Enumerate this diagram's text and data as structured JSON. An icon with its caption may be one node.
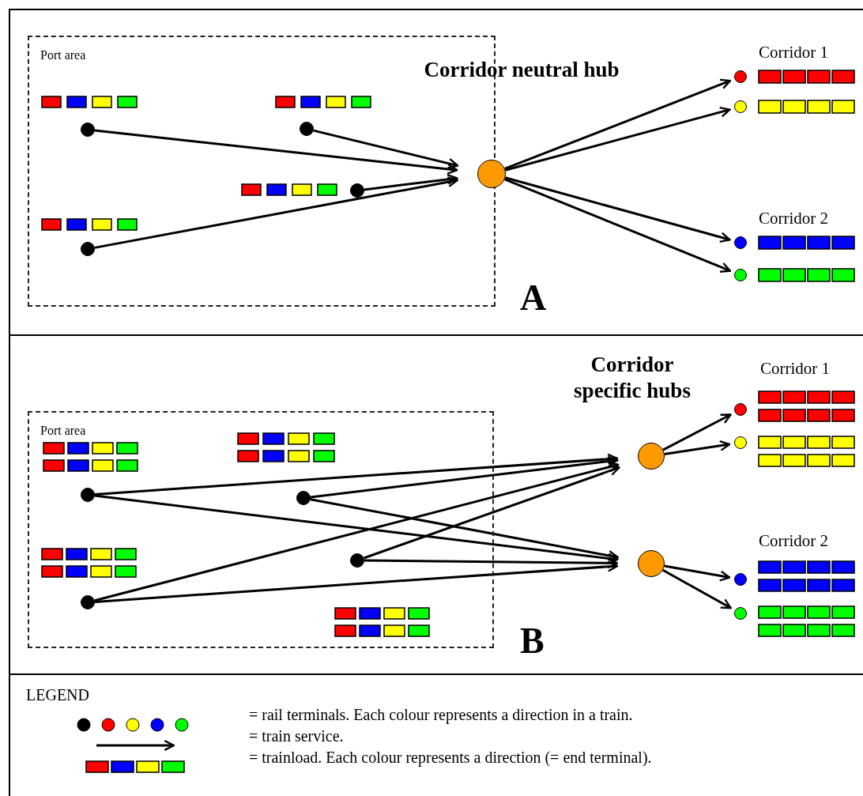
{
  "diagram": {
    "nodes": [
      {
        "text": [
          "Port area"
        ]
      },
      {
        "text": [],
        "shape": "circle",
        "in": 0
      },
      {
        "text": [],
        "shape": "circle",
        "in": 0
      },
      {
        "text": [],
        "shape": "circle",
        "in": 0
      },
      {
        "text": [],
        "shape": "circle",
        "in": 0
      },
      {
        "text": [],
        "shape": "circle",
        "beside": [
          "Corridor neutral hub"
        ]
      },
      {
        "text": [],
        "shape": "circle"
      },
      {
        "text": [],
        "shape": "circle"
      },
      {
        "text": [],
        "shape": "circle"
      },
      {
        "text": [],
        "shape": "circle"
      },
      {
        "text": [
          "Port area"
        ]
      },
      {
        "text": [],
        "shape": "circle",
        "in": 10
      },
      {
        "text": [],
        "shape": "circle",
        "in": 10
      },
      {
        "text": [],
        "shape": "circle",
        "in": 10
      },
      {
        "text": [],
        "shape": "circle",
        "in": 10
      },
      {
        "text": [],
        "shape": "circle",
        "beside": [
          "Corridor specific hubs"
        ]
      },
      {
        "text": [],
        "shape": "circle"
      },
      {
        "text": [],
        "shape": "circle"
      },
      {
        "text": [],
        "shape": "circle"
      },
      {
        "text": [],
        "shape": "circle"
      },
      {
        "text": [],
        "shape": "circle"
      }
    ],
    "edges": [
      {
        "from": 1,
        "to": 5,
        "arrow": "to"
      },
      {
        "from": 2,
        "to": 5,
        "arrow": "to"
      },
      {
        "from": 3,
        "to": 5,
        "arrow": "to"
      },
      {
        "from": 4,
        "to": 5,
        "arrow": "to"
      },
      {
        "from": 5,
        "to": 6,
        "arrow": "to"
      },
      {
        "from": 5,
        "to": 7,
        "arrow": "to"
      },
      {
        "from": 5,
        "to": 8,
        "arrow": "to"
      },
      {
        "from": 5,
        "to": 9,
        "arrow": "to"
      },
      {
        "from": 11,
        "to": 15,
        "arrow": "to"
      },
      {
        "from": 11,
        "to": 16,
        "arrow": "to"
      },
      {
        "from": 12,
        "to": 15,
        "arrow": "to"
      },
      {
        "from": 12,
        "to": 16,
        "arrow": "to"
      },
      {
        "from": 13,
        "to": 15,
        "arrow": "to"
      },
      {
        "from": 13,
        "to": 16,
        "arrow": "to"
      },
      {
        "from": 14,
        "to": 15,
        "arrow": "to"
      },
      {
        "from": 14,
        "to": 16,
        "arrow": "to"
      },
      {
        "from": 15,
        "to": 17,
        "arrow": "to"
      },
      {
        "from": 15,
        "to": 18,
        "arrow": "to"
      },
      {
        "from": 16,
        "to": 19,
        "arrow": "to"
      },
      {
        "from": 16,
        "to": 20,
        "arrow": "to"
      }
    ],
    "labels": [
      "Corridor 1",
      "Corridor 2",
      "A",
      "Corridor 1",
      "Corridor 2",
      "B",
      "LEGEND"
    ],
    "legend": [
      {
        "text": "= rail terminals. Each colour represents a direction in a train."
      },
      {
        "text": "= train service."
      },
      {
        "text": "= trainload. Each colour represents a direction (= end terminal)."
      }
    ]
  }
}
